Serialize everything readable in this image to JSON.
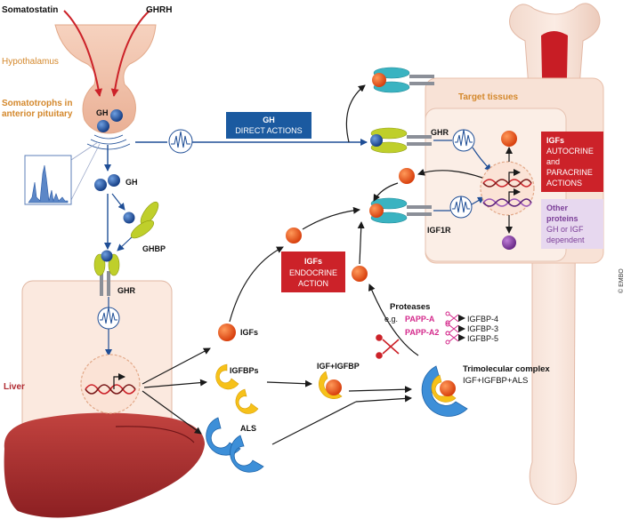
{
  "labels": {
    "somatostatin": "Somatostatin",
    "ghrh": "GHRH",
    "hypothalamus": "Hypothalamus",
    "somatotrophs_1": "Somatotrophs in",
    "somatotrophs_2": "anterior pituitary",
    "gh_pituitary": "GH",
    "gh_circulating": "GH",
    "ghbp": "GHBP",
    "ghr_liver": "GHR",
    "liver": "Liver",
    "igfs": "IGFs",
    "igfbps": "IGFBPs",
    "als": "ALS",
    "igf_igfbp": "IGF+IGFBP",
    "trimolecular_title": "Trimolecular complex",
    "trimolecular_sub": "IGF+IGFBP+ALS",
    "proteases_title": "Proteases",
    "proteases_eg": "e.g.",
    "papp_a": "PAPP-A",
    "papp_a2": "PAPP-A2",
    "igfbp4": "IGFBP-4",
    "igfbp3": "IGFBP-3",
    "igfbp5": "IGFBP-5",
    "target_tissues": "Target tissues",
    "ghr_target": "GHR",
    "igf1r": "IGF1R",
    "copyright": "© EMBO"
  },
  "boxes": {
    "gh_direct": {
      "title": "GH",
      "subtitle": "DIRECT ACTIONS"
    },
    "igfs_endocrine": {
      "title": "IGFs",
      "line1": "ENDOCRINE",
      "line2": "ACTION"
    },
    "igfs_autocrine": {
      "title": "IGFs",
      "line1": "AUTOCRINE",
      "line2": "and",
      "line3": "PARACRINE",
      "line4": "ACTIONS"
    },
    "other_proteins": {
      "title1": "Other",
      "title2": "proteins",
      "line1": "GH or IGF",
      "line2": "dependent"
    }
  },
  "colors": {
    "gh_blue": "#1f4e96",
    "igf_orange": "#e0531c",
    "red_box": "#cc2229",
    "navy_box": "#1b5aa0",
    "purple": "#7b3f98",
    "label_orange": "#d4882c",
    "liver_red": "#b02a30"
  },
  "icons": {
    "pulse": "pulse-wave-icon",
    "scissors": "scissors-icon",
    "dna": "dna-helix-icon"
  }
}
